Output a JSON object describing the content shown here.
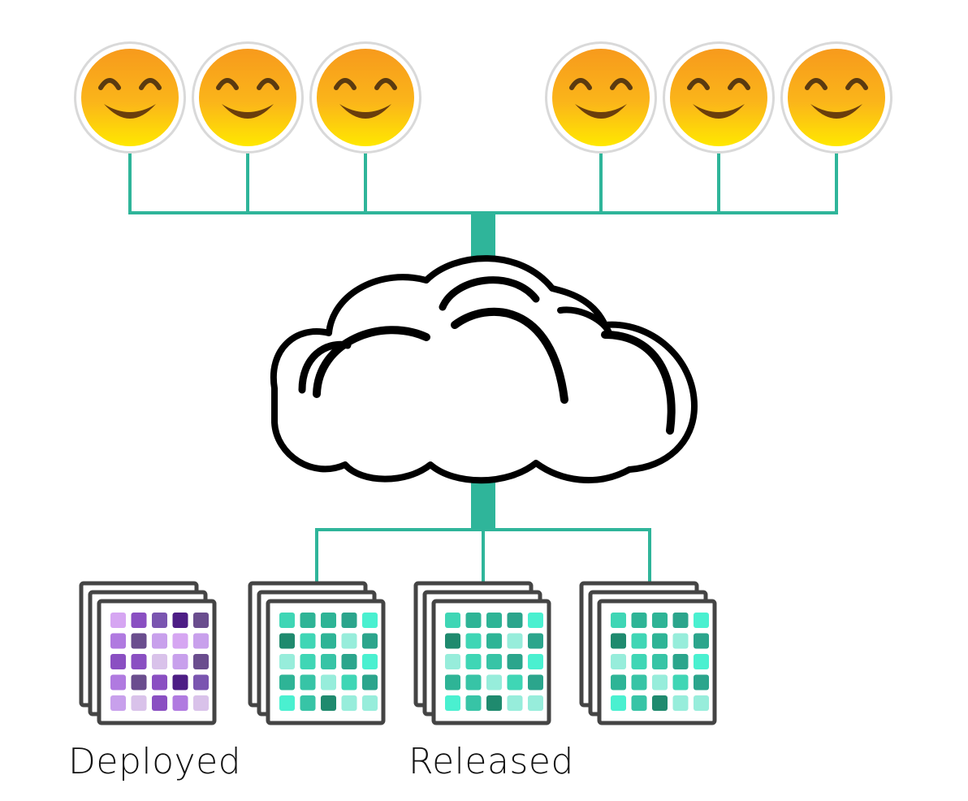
{
  "users": {
    "groups": [
      {
        "count": 3,
        "icon": "smiling-face-icon"
      },
      {
        "count": 3,
        "icon": "smiling-face-icon"
      }
    ]
  },
  "network": {
    "icon": "cloud-icon"
  },
  "builds": [
    {
      "name": "deployed",
      "palette": "purple"
    },
    {
      "name": "released-1",
      "palette": "teal"
    },
    {
      "name": "released-2",
      "palette": "teal"
    },
    {
      "name": "released-3",
      "palette": "teal"
    }
  ],
  "labels": {
    "deployed": "Deployed",
    "released": "Released"
  },
  "colors": {
    "connector": "#2fb59a",
    "face_top": "#f7a81b",
    "face_bottom": "#ffe600",
    "purple": [
      "#d6a6f2",
      "#8a4fc2",
      "#7a55b0",
      "#4d1d85",
      "#6a4d8e",
      "#b07ae0",
      "#c8a0ec",
      "#d9c2ea"
    ],
    "teal": [
      "#3fd6b5",
      "#2eb496",
      "#1f8a6e",
      "#2ba58c",
      "#4af0d0",
      "#97eddb",
      "#37c4a6",
      "#25997f"
    ]
  }
}
